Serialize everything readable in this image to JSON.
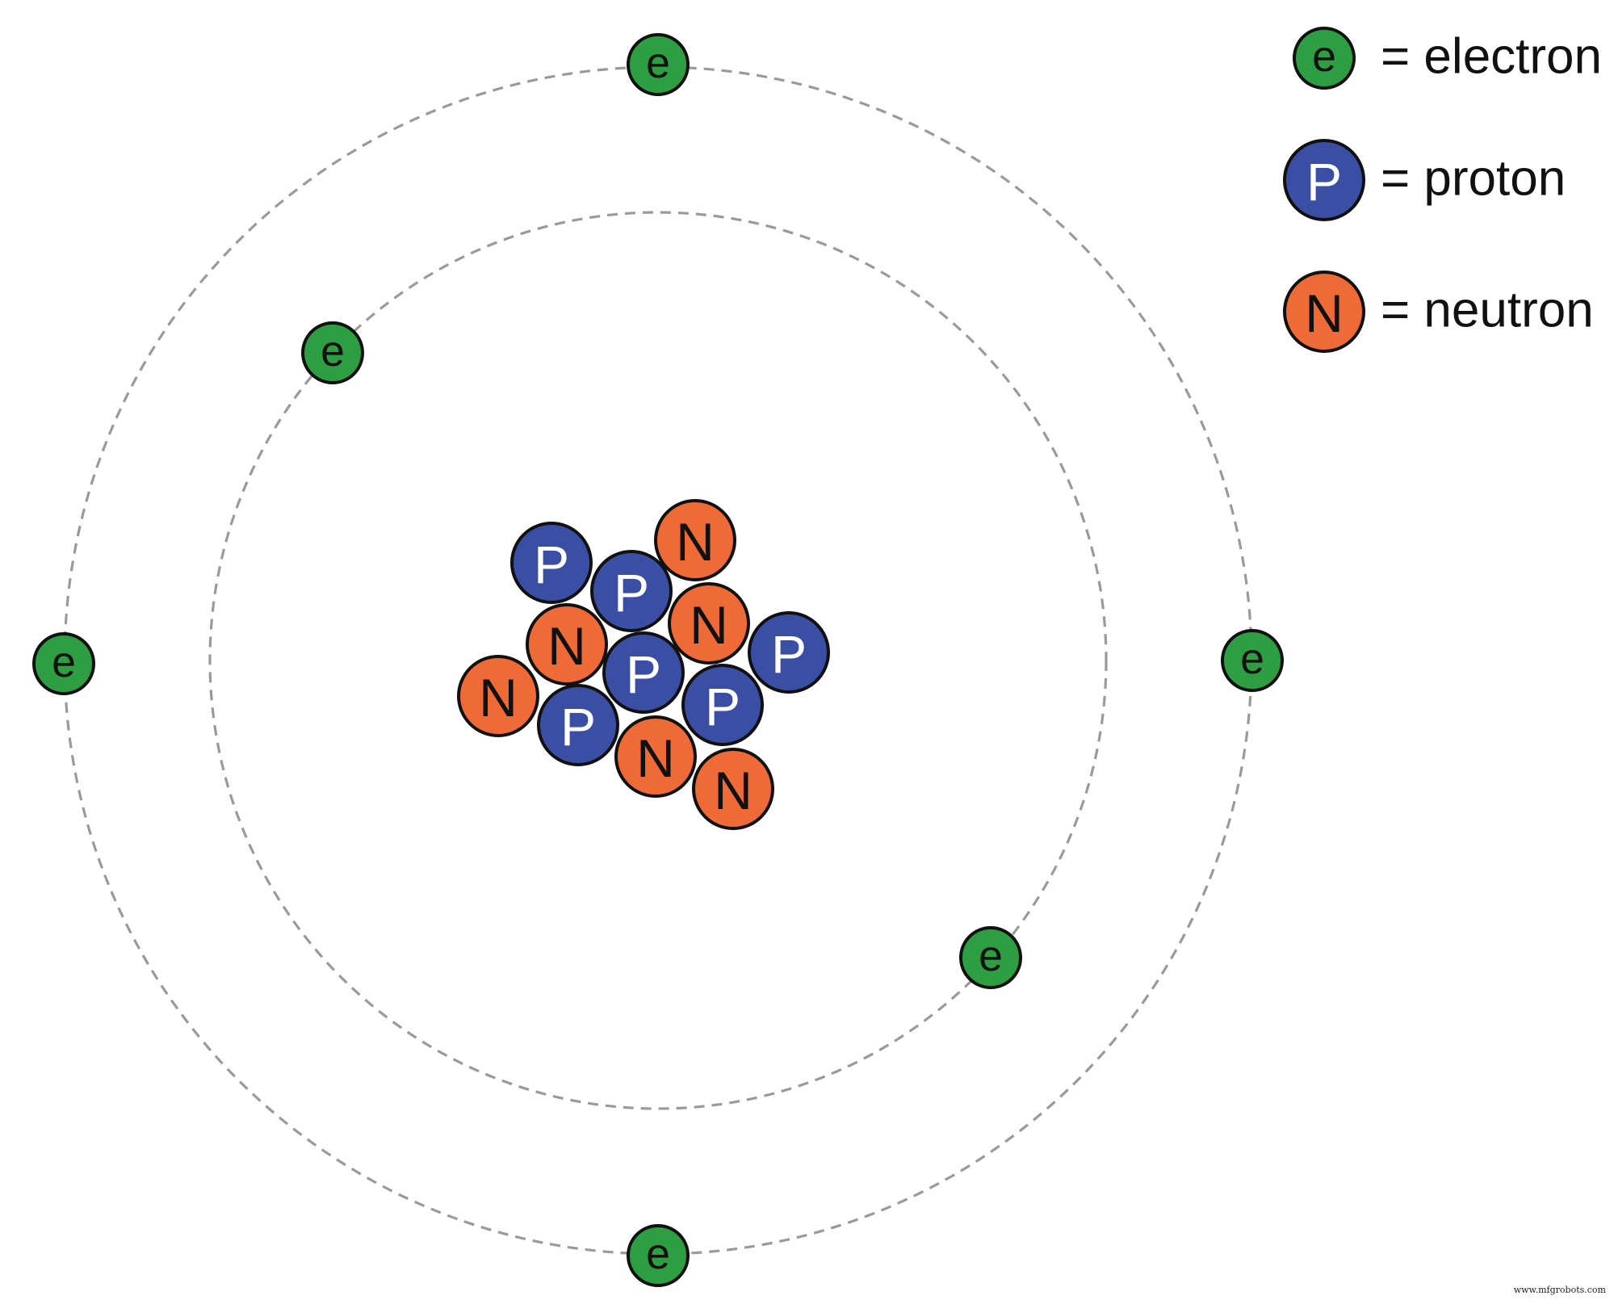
{
  "colors": {
    "electron": "#2e9e43",
    "proton": "#3a4fa3",
    "neutron": "#ee6a37",
    "orbit": "#9a9a9a",
    "outline": "#111111"
  },
  "symbols": {
    "electron": "e",
    "proton": "P",
    "neutron": "N"
  },
  "legend": {
    "electron": {
      "symbol": "e",
      "label": "= electron"
    },
    "proton": {
      "symbol": "P",
      "label": "= proton"
    },
    "neutron": {
      "symbol": "N",
      "label": "= neutron"
    }
  },
  "atom": {
    "electron_count": 6,
    "proton_count": 6,
    "neutron_count": 6,
    "shell_count": 2
  },
  "watermark": "www.mfgrobots.com"
}
